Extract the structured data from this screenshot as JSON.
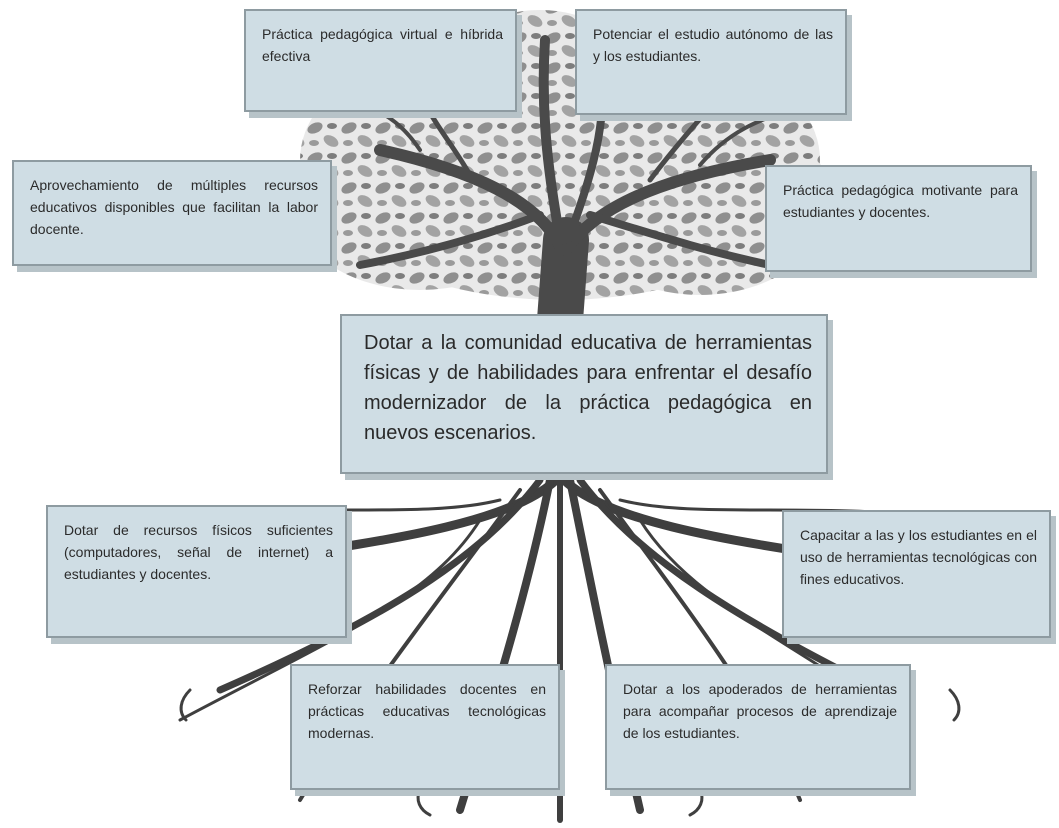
{
  "colors": {
    "box_fill": "#cfdde4",
    "box_border": "#8e9ba1",
    "tree": "#4a4a4a",
    "leaves": "#8f8f8f"
  },
  "tree_label": {
    "center": "Dotar a la comunidad educativa de herramientas físicas y de habilidades para enfrentar el desafío modernizador de la práctica pedagógica en nuevos escenarios."
  },
  "branches": [
    "Práctica pedagógica virtual e híbrida efectiva",
    "Potenciar el estudio autónomo de las y los estudiantes.",
    "Aprovechamiento de múltiples recursos educativos disponibles que facilitan la labor docente.",
    "Práctica pedagógica motivante para estudiantes y docentes."
  ],
  "roots": [
    "Dotar de recursos físicos suficientes (computadores, señal de internet) a estudiantes y docentes.",
    "Capacitar a las y los estudiantes en el uso de herramientas tecnológicas con fines educativos.",
    "Reforzar habilidades docentes en prácticas educativas tecnológicas modernas.",
    "Dotar a los apoderados de herramientas para acompañar procesos de aprendizaje de los estudiantes."
  ]
}
